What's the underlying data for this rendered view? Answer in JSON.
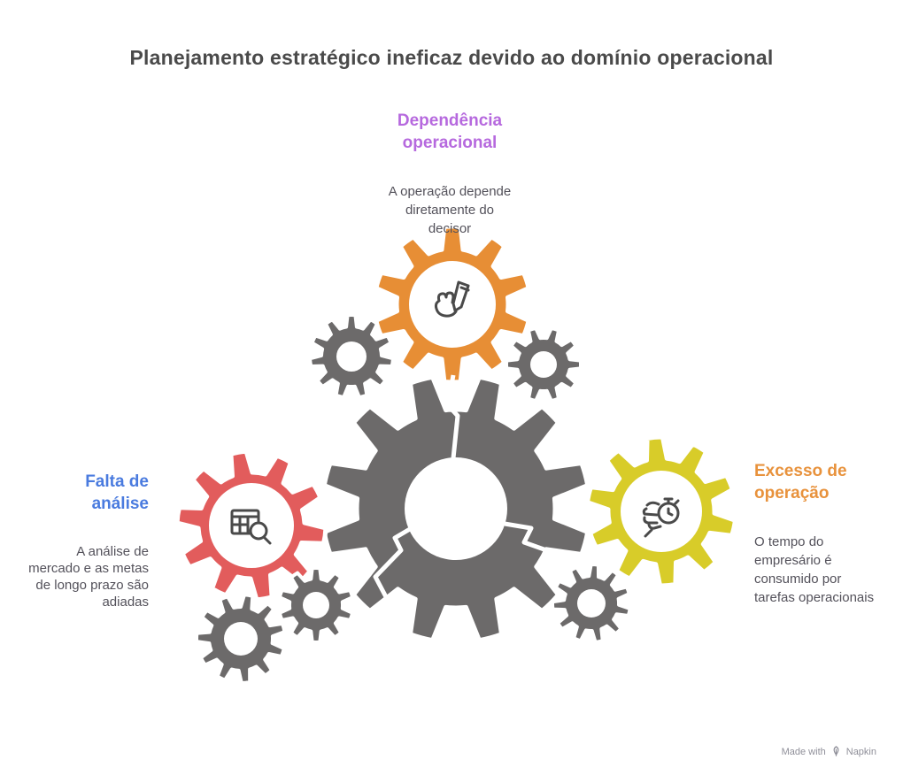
{
  "title": {
    "text": "Planejamento estratégico ineficaz devido ao domínio operacional"
  },
  "sections": {
    "dependencia": {
      "heading": "Dependência\noperacional",
      "heading_color": "#b669de",
      "body": "A operação depende\ndiretamente do\ndecisor"
    },
    "falta_analise": {
      "heading": "Falta de\nanálise",
      "heading_color": "#4a7bdf",
      "body": "A análise de\nmercado e as metas\nde longo prazo são\nadiadas"
    },
    "excesso_operacao": {
      "heading": "Excesso de\noperação",
      "heading_color": "#e8923c",
      "body": "O tempo do\nempresário é\nconsumido por\ntarefas operacionais"
    }
  },
  "figure": {
    "gears": [
      {
        "name": "small-gear-top-left",
        "color": "#6c6a6a",
        "icon": null
      },
      {
        "name": "small-gear-top-right",
        "color": "#6c6a6a",
        "icon": null
      },
      {
        "name": "dependencia-gear",
        "color": "#e78e35",
        "icon": "hand-signing-icon"
      },
      {
        "name": "central-broken-gear",
        "color": "#6c6a6a",
        "icon": null
      },
      {
        "name": "falta-analise-gear",
        "color": "#e25c5c",
        "icon": "table-magnifier-icon"
      },
      {
        "name": "excesso-gear",
        "color": "#d8cc29",
        "icon": "hand-stopwatch-icon"
      },
      {
        "name": "small-gear-bottom-left",
        "color": "#6c6a6a",
        "icon": null
      },
      {
        "name": "small-gear-bottom-mid",
        "color": "#6c6a6a",
        "icon": null
      },
      {
        "name": "small-gear-bottom-right",
        "color": "#6c6a6a",
        "icon": null
      }
    ],
    "icon_stroke_color": "#4a4a4a",
    "outline_color": "#ffffff"
  },
  "palette": {
    "title_text": "#4a4a4a",
    "body_text": "#53515a",
    "heading_purple": "#b669de",
    "heading_blue": "#4a7bdf",
    "heading_orange": "#e8923c",
    "gear_gray": "#6c6a6a",
    "gear_orange": "#e78e35",
    "gear_red": "#e25c5c",
    "gear_yellow": "#d8cc29",
    "watermark": "#8f8f99",
    "page_bg": "#ffffff"
  },
  "footer": {
    "prefix": "Made with",
    "brand": "Napkin"
  }
}
